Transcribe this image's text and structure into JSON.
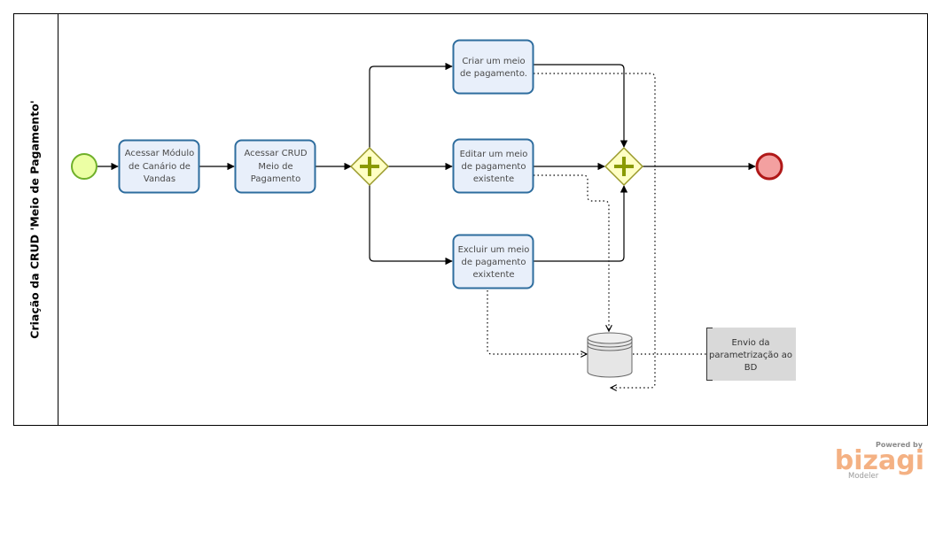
{
  "pool": {
    "title": "Criação da CRUD 'Meio de Pagamento'"
  },
  "tasks": {
    "t1": [
      "Acessar Módulo",
      "de Canário de",
      "Vandas"
    ],
    "t2": [
      "Acessar CRUD",
      "Meio de",
      "Pagamento"
    ],
    "t3": [
      "Criar um meio",
      "de pagamento."
    ],
    "t4": [
      "Editar um meio",
      "de pagamento",
      "existente"
    ],
    "t5": [
      "Excluir um meio",
      "de pagamento",
      "exixtente"
    ]
  },
  "annotation": [
    "Envio da",
    "parametrização ao",
    "BD"
  ],
  "branding": {
    "powered": "Powered by",
    "name": "bizagi",
    "product": "Modeler"
  },
  "colors": {
    "task_fill": "#e8effa",
    "task_stroke": "#2e6d9e",
    "gateway_fill": "#ffffc4",
    "gateway_stroke": "#9a9a2a",
    "gateway_plus": "#8a9a00",
    "start_fill": "#ecffa4",
    "start_stroke": "#6fb02a",
    "end_fill": "#f3a0a0",
    "end_stroke": "#b01818",
    "annotation_fill": "#d9d9d9"
  }
}
